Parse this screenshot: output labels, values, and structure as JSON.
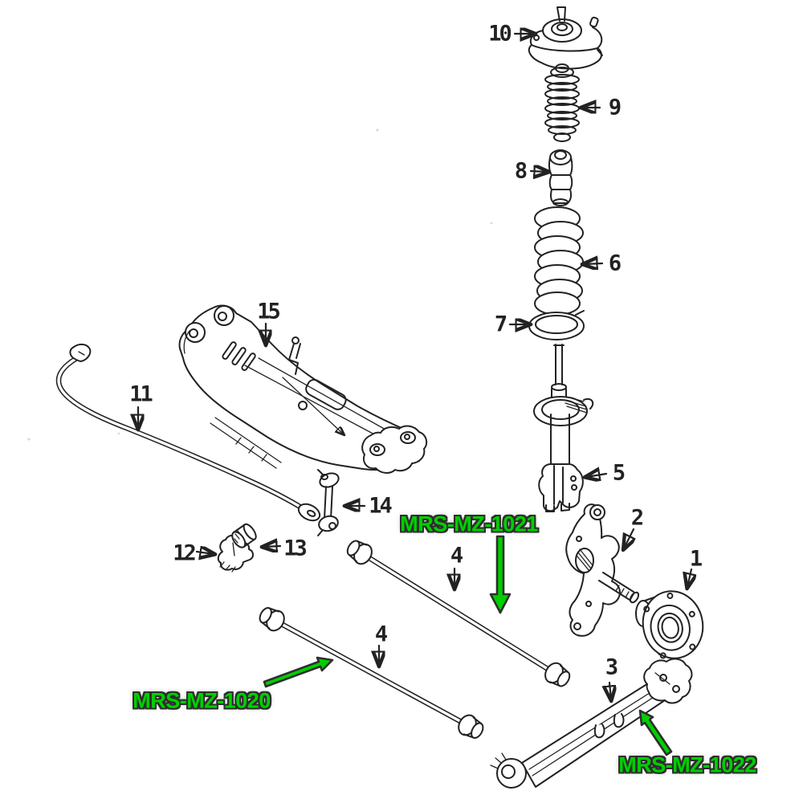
{
  "page": {
    "background": "#ffffff"
  },
  "colors": {
    "ink": "#222222",
    "accent_green": "#00cf00",
    "label_outline": "#2e2e2e"
  },
  "callouts": {
    "c1": "1",
    "c2": "2",
    "c3": "3",
    "c4a": "4",
    "c4b": "4",
    "c5": "5",
    "c6": "6",
    "c7": "7",
    "c8": "8",
    "c9": "9",
    "c10": "10",
    "c11": "11",
    "c12": "12",
    "c13": "13",
    "c14": "14",
    "c15": "15"
  },
  "part_labels": {
    "mz1020": "MRS-MZ-1020",
    "mz1021": "MRS-MZ-1021",
    "mz1022": "MRS-MZ-1022"
  }
}
